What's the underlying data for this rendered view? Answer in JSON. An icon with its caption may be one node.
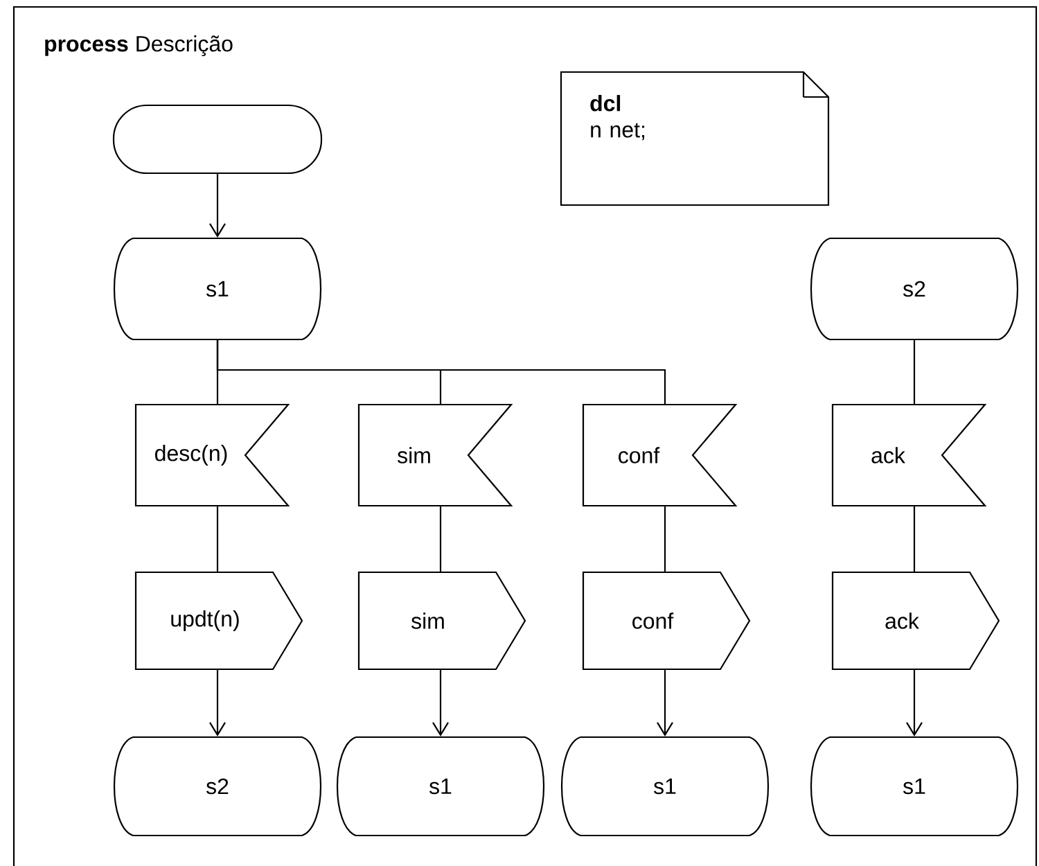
{
  "diagram": {
    "title": "**process** Descrição",
    "nodes": [
      {
        "text": [],
        "shape": "box"
      },
      {
        "text": [
          "dcl",
          "n net;"
        ]
      },
      {
        "text": [
          "s1"
        ]
      },
      {
        "text": [
          "s2"
        ]
      },
      {
        "text": [
          "desc(n)"
        ]
      },
      {
        "text": [
          "sim"
        ]
      },
      {
        "text": [
          "conf"
        ]
      },
      {
        "text": [
          "ack"
        ]
      },
      {
        "text": [
          "updt(n)"
        ]
      },
      {
        "text": [
          "sim"
        ]
      },
      {
        "text": [
          "conf"
        ]
      },
      {
        "text": [
          "ack"
        ]
      },
      {
        "text": [
          "s2"
        ]
      },
      {
        "text": [
          "s1"
        ]
      },
      {
        "text": [
          "s1"
        ]
      },
      {
        "text": [
          "s1"
        ]
      }
    ],
    "edges": [
      {
        "from": 0,
        "to": 2,
        "arrow": "to"
      },
      {
        "from": 2,
        "to": 4,
        "arrow": "none"
      },
      {
        "from": 2,
        "to": 5,
        "arrow": "none"
      },
      {
        "from": 2,
        "to": 6,
        "arrow": "none"
      },
      {
        "from": 3,
        "to": 7,
        "arrow": "none"
      },
      {
        "from": 4,
        "to": 8,
        "arrow": "none"
      },
      {
        "from": 5,
        "to": 9,
        "arrow": "none"
      },
      {
        "from": 6,
        "to": 10,
        "arrow": "none"
      },
      {
        "from": 7,
        "to": 11,
        "arrow": "none"
      },
      {
        "from": 8,
        "to": 12,
        "arrow": "to"
      },
      {
        "from": 9,
        "to": 13,
        "arrow": "to"
      },
      {
        "from": 10,
        "to": 14,
        "arrow": "to"
      },
      {
        "from": 11,
        "to": 15,
        "arrow": "to"
      }
    ]
  }
}
